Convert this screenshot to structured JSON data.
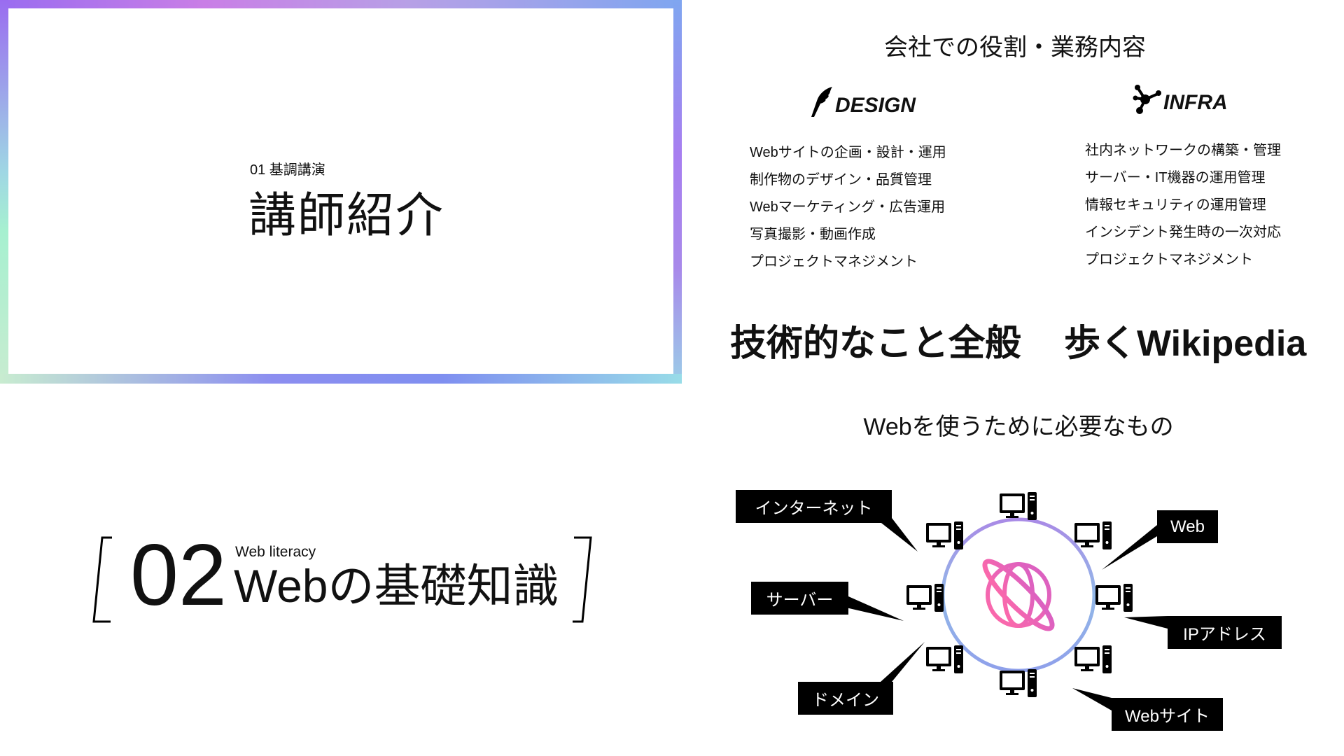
{
  "intro_slide": {
    "subtitle": "01 基調講演",
    "title": "講師紹介"
  },
  "roles": {
    "heading": "会社での役割・業務内容",
    "design": {
      "label": "DESIGN",
      "icon": "feather-icon",
      "items": [
        "Webサイトの企画・設計・運用",
        "制作物のデザイン・品質管理",
        "Webマーケティング・広告運用",
        "写真撮影・動画作成",
        "プロジェクトマネジメント"
      ]
    },
    "infra": {
      "label": "INFRA",
      "icon": "network-icon",
      "items": [
        "社内ネットワークの構築・管理",
        "サーバー・IT機器の運用管理",
        "情報セキュリティの運用管理",
        "インシデント発生時の一次対応",
        "プロジェクトマネジメント"
      ]
    },
    "tagline_left": "技術的なこと全般",
    "tagline_right": "歩くWikipedia"
  },
  "section2": {
    "number": "02",
    "kicker": "Web literacy",
    "title": "Webの基礎知識"
  },
  "diagram": {
    "heading": "Webを使うために必要なもの",
    "labels": {
      "internet": "インターネット",
      "web": "Web",
      "server": "サーバー",
      "ip": "IPアドレス",
      "domain": "ドメイン",
      "website": "Webサイト"
    },
    "colors": {
      "globe": "#f062b8",
      "ring_top": "#a98ae6",
      "ring_bottom": "#8fd0e6"
    }
  }
}
